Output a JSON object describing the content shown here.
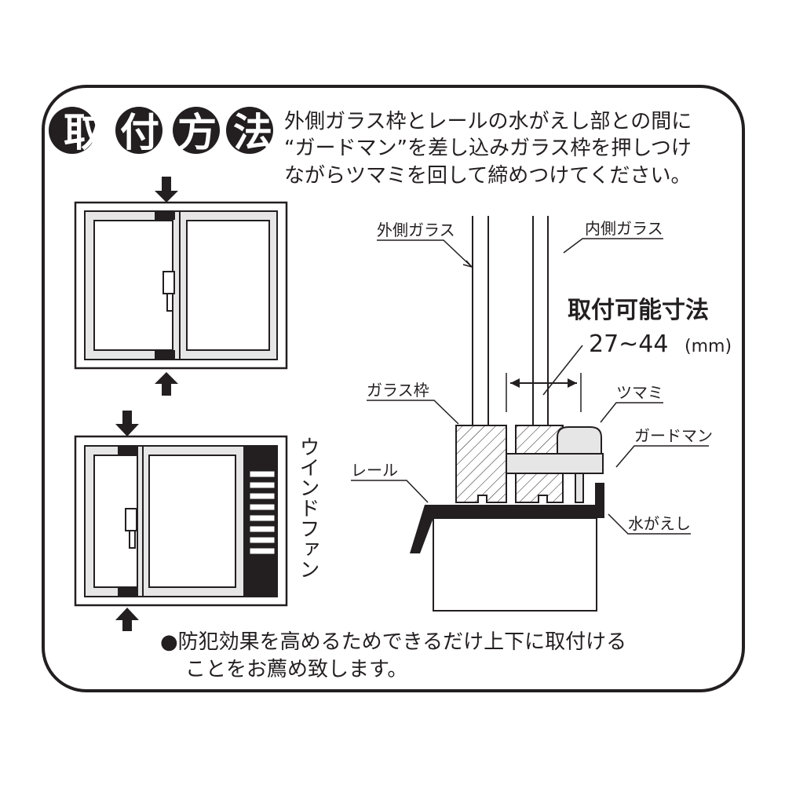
{
  "header": {
    "badge": [
      "取",
      "付",
      "方",
      "法"
    ],
    "instructions": [
      "外側ガラス枠とレールの水がえし部との間に",
      "“ガードマン”を差し込みガラス枠を押しつけ",
      "ながらツマミを回して締めつけてください。"
    ]
  },
  "window_diagram": {
    "fan_label": "ウインドファン"
  },
  "cross_section": {
    "labels": {
      "outer_glass": "外側ガラス",
      "inner_glass": "内側ガラス",
      "glass_frame": "ガラス枠",
      "knob": "ツマミ",
      "guardman": "ガードマン",
      "rail": "レール",
      "drip": "水がえし"
    },
    "dimension": {
      "title": "取付可能寸法",
      "range": "27~44",
      "unit": "(mm)"
    }
  },
  "footer": {
    "lines": [
      "●防犯効果を高めるためできるだけ上下に取付ける",
      "ことをお薦め致します。"
    ]
  },
  "colors": {
    "ink": "#231f20",
    "frame_fill": "#e6e6e6",
    "panel_fill": "#ffffff"
  }
}
